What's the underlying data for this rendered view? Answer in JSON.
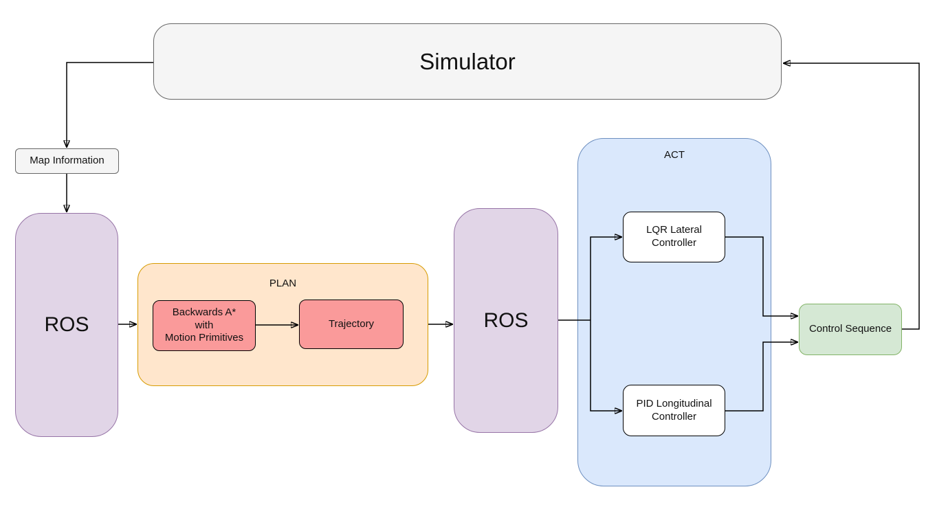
{
  "diagram": {
    "nodes": {
      "simulator": "Simulator",
      "map_information": "Map Information",
      "ros_left": "ROS",
      "ros_right": "ROS",
      "plan_label": "PLAN",
      "backwards_astar": "Backwards A*\nwith\nMotion Primitives",
      "trajectory": "Trajectory",
      "act_label": "ACT",
      "lqr_controller": "LQR Lateral\nController",
      "pid_controller": "PID Longitudinal\nController",
      "control_sequence": "Control Sequence"
    },
    "colors": {
      "gray_fill": "#f5f5f5",
      "gray_stroke": "#666666",
      "purple_fill": "#e1d5e7",
      "purple_stroke": "#9673a6",
      "orange_fill": "#ffe6cc",
      "orange_stroke": "#d79b00",
      "red_fill": "#fa9a9a",
      "red_stroke": "#000000",
      "blue_fill": "#dae8fc",
      "blue_stroke": "#6c8ebf",
      "green_fill": "#d5e8d4",
      "green_stroke": "#82b366",
      "white_fill": "#ffffff",
      "connector": "#000000"
    }
  }
}
